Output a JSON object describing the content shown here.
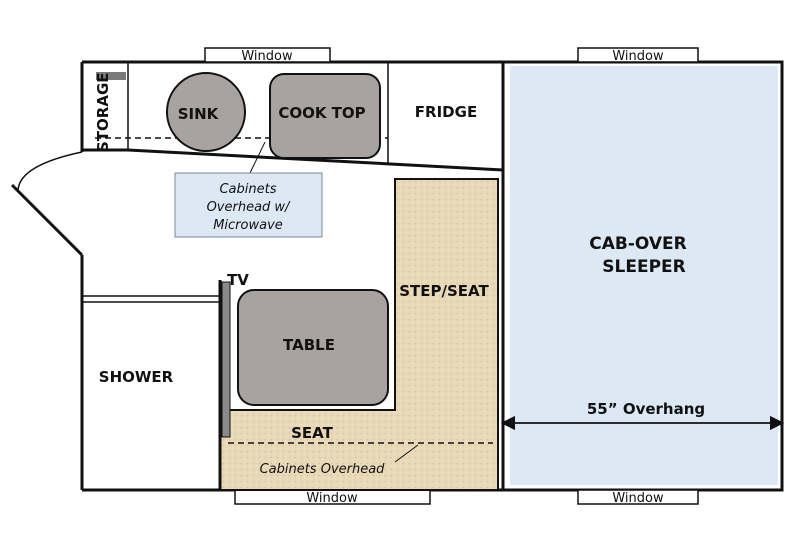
{
  "labels": {
    "window_top_left": "Window",
    "window_top_right": "Window",
    "window_bottom_left": "Window",
    "window_bottom_right": "Window",
    "storage": "STORAGE",
    "sink": "SINK",
    "cooktop": "COOK TOP",
    "fridge": "FRIDGE",
    "cabinets_microwave": [
      "Cabinets",
      "Overhead w/",
      "Microwave"
    ],
    "tv": "TV",
    "table": "TABLE",
    "step_seat": "STEP/SEAT",
    "shower": "SHOWER",
    "seat": "SEAT",
    "cabinets_overhead": "Cabinets Overhead",
    "sleeper": [
      "CAB-OVER",
      "SLEEPER"
    ],
    "overhang": "55” Overhang"
  },
  "colors": {
    "sleeper_fill": "#dce8f4",
    "appliance_fill": "#a8a3a0",
    "callout_fill": "#dce8f4",
    "seat_fill": "#e8d9b8",
    "tv_fill": "#8a8a8a"
  }
}
